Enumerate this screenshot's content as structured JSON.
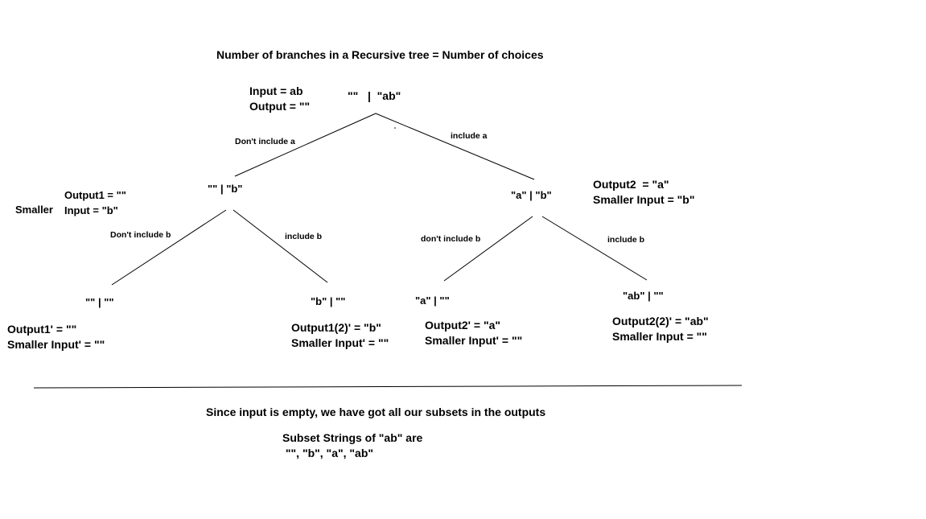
{
  "title": "Number of branches in a Recursive tree = Number of choices",
  "root": {
    "state": "\"\"   |  \"ab\"",
    "input_line": "Input = ab",
    "output_line": "Output = \"\""
  },
  "edges": {
    "dont_include_a": "Don't include a",
    "include_a": "include a",
    "dont_include_b_left": "Don't include b",
    "include_b_left": "include b",
    "dont_include_b_right": "don't include b",
    "include_b_right": "include b"
  },
  "level1": {
    "left_state": "\"\" | \"b\"",
    "left_output": "Output1 = \"\"",
    "left_smaller": "Smaller",
    "left_input": "Input = \"b\"",
    "right_state": "\"a\" | \"b\"",
    "right_output": "Output2  = \"a\"",
    "right_input": "Smaller Input = \"b\""
  },
  "leaves": [
    {
      "state": "\"\" | \"\"",
      "output": "Output1' = \"\"",
      "input": "Smaller Input' = \"\""
    },
    {
      "state": "\"b\" | \"\"",
      "output": "Output1(2)' = \"b\"",
      "input": "Smaller Input' = \"\""
    },
    {
      "state": "\"a\" | \"\"",
      "output": "Output2' = \"a\"",
      "input": "Smaller Input' = \"\""
    },
    {
      "state": "\"ab\" | \"\"",
      "output": "Output2(2)' = \"ab\"",
      "input": "Smaller Input = \"\""
    }
  ],
  "conclusion": "Since input is empty, we have got all our subsets in the outputs",
  "subsets_heading": "Subset Strings of \"ab\" are",
  "subsets_list": " \"\", \"b\", \"a\", \"ab\""
}
